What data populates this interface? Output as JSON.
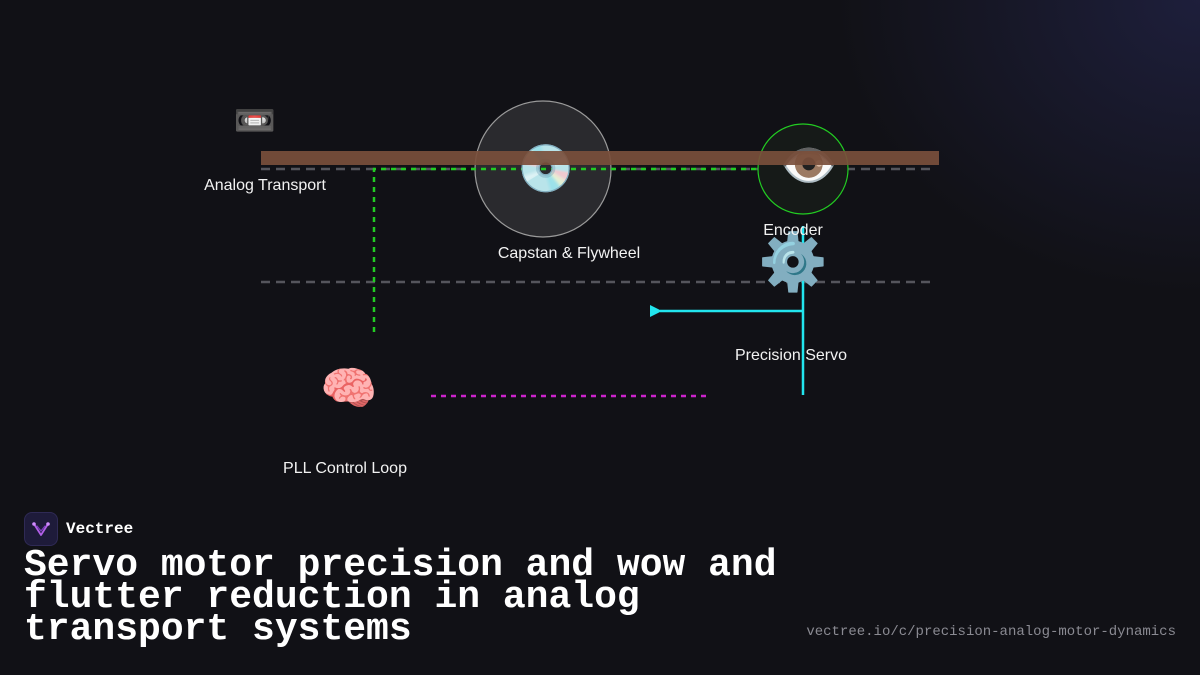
{
  "diagram": {
    "nodes": {
      "transport": {
        "label": "Analog Transport",
        "icon": "videocassette-icon"
      },
      "capstan": {
        "label": "Capstan & Flywheel",
        "icon": "disc-icon"
      },
      "encoder": {
        "label": "Encoder",
        "icon": "eye-icon"
      },
      "servo": {
        "label": "Precision Servo",
        "icon": "gear-icon"
      },
      "pll": {
        "label": "PLL Control Loop",
        "icon": "brain-icon"
      }
    },
    "colors": {
      "tape": "#7a4f3c",
      "green_link": "#22cc22",
      "cyan_link": "#22e5ee",
      "magenta_link": "#cc22cc",
      "gray_dash": "#55555c",
      "capstan_stroke": "#9a9a9a",
      "encoder_stroke": "#22cc22"
    }
  },
  "footer": {
    "brand": "Vectree",
    "title": "Servo motor precision and wow and flutter reduction in analog transport systems",
    "url": "vectree.io/c/precision-analog-motor-dynamics"
  }
}
